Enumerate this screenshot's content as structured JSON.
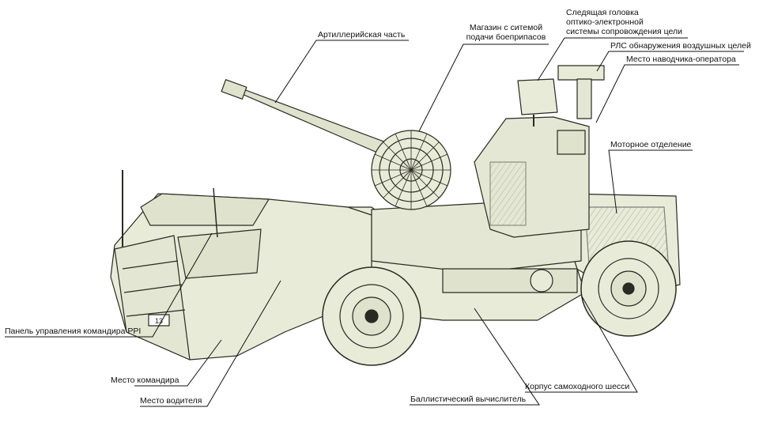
{
  "labels": {
    "artillery": "Артиллерийская часть",
    "magazine_l1": "Магазин с ситемой",
    "magazine_l2": "подачи боеприпасов",
    "tracker_l1": "Следящая головка",
    "tracker_l2": "оптико-электронной",
    "tracker_l3": "системы сопровождения цели",
    "radar": "РЛС обнаружения воздушных целей",
    "operator": "Место наводчика-оператора",
    "engine": "Моторное отделение",
    "panel": "Панель управления командира PPI",
    "commander": "Место командира",
    "driver": "Место водителя",
    "ballistic": "Баллистический вычислитель",
    "chassis": "Корпус самоходного шесси"
  },
  "vehicle": {
    "plate": "13",
    "body_color": "#e9ebd9",
    "line_color": "#2a2a22"
  }
}
